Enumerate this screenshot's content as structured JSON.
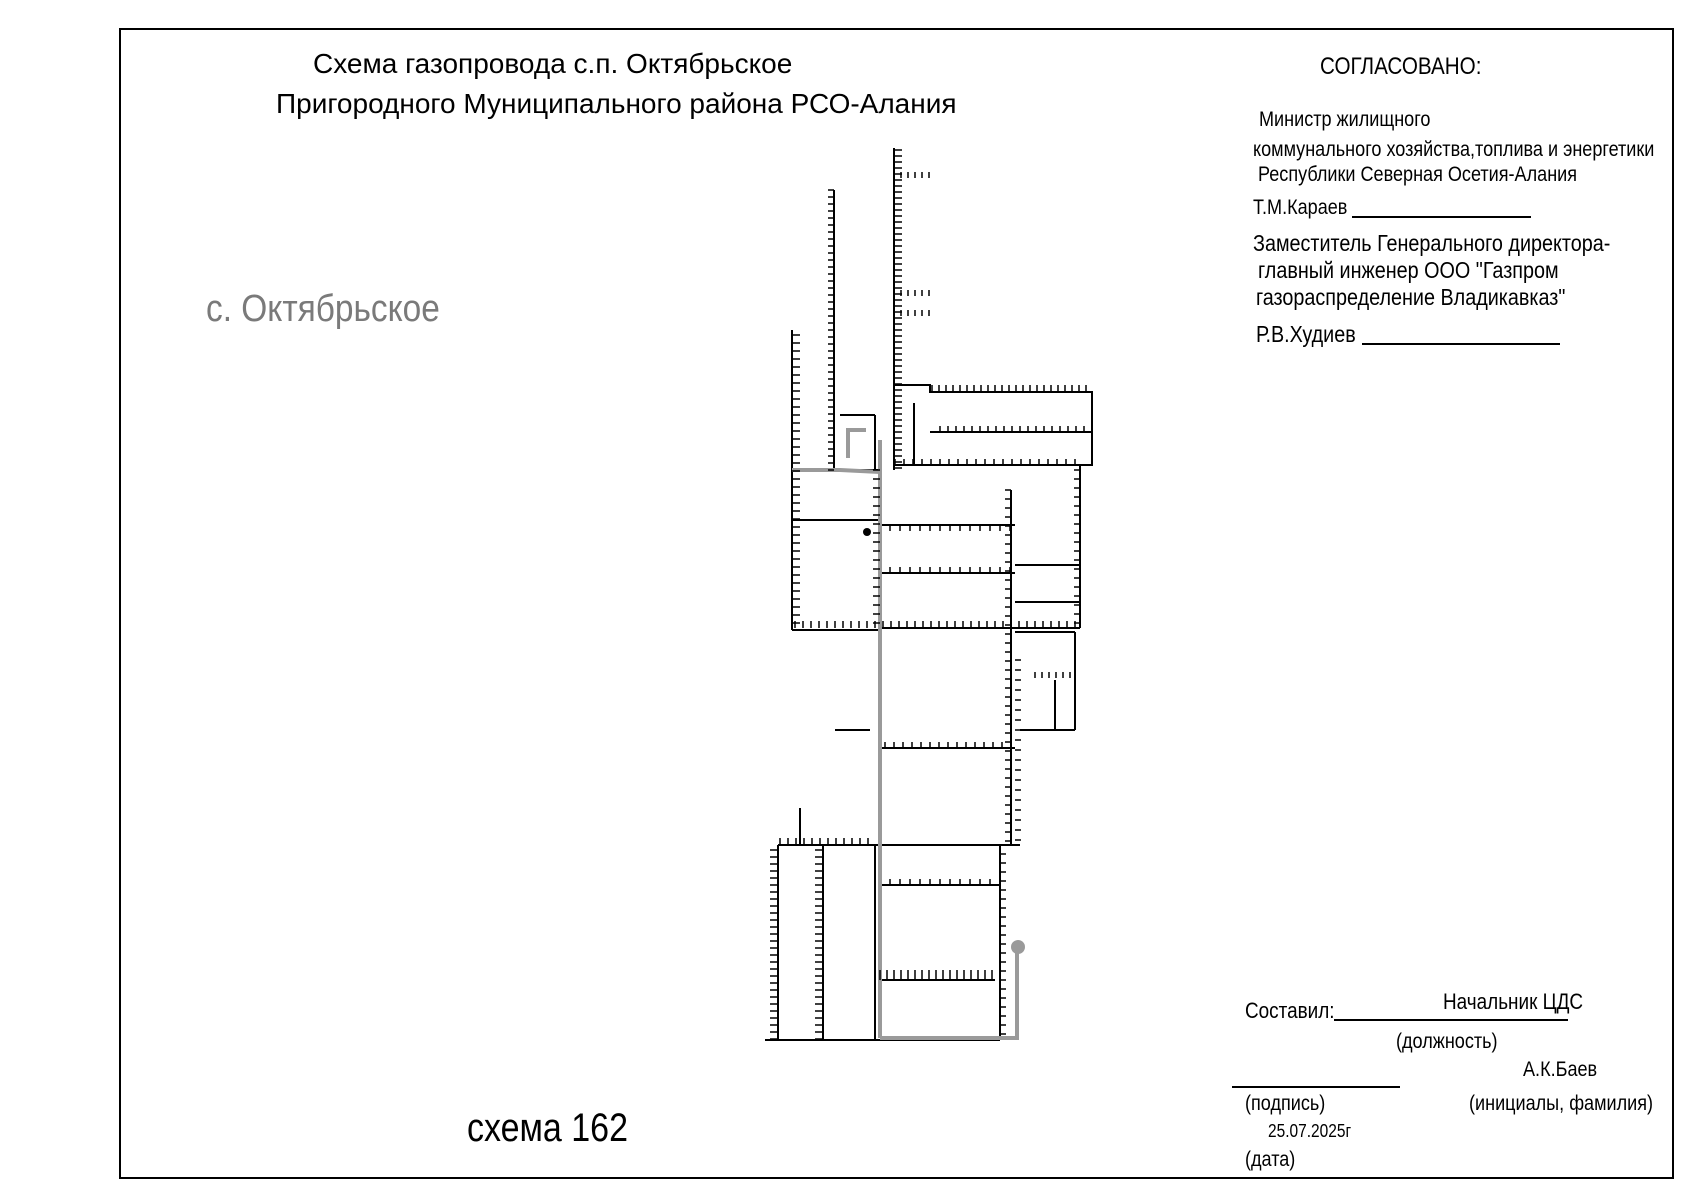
{
  "title": {
    "line1": "Схема газопровода с.п. Октябрьское",
    "line2": "Пригородного  Муниципального района РСО-Алания"
  },
  "village_label": "с. Октябрьское",
  "scheme_number": "схема 162",
  "approval": {
    "heading": "СОГЛАСОВАНО:",
    "minister_line1": "Министр жилищного",
    "minister_line2": "коммунального  хозяйства,топлива и энергетики",
    "minister_line3": "Республики Северная Осетия-Алания",
    "minister_name": "Т.М.Караев",
    "deputy_line1": "Заместитель Генерального директора-",
    "deputy_line2": "главный инженер  ООО \"Газпром",
    "deputy_line3": "газораспределение Владикавказ\"",
    "deputy_name": "Р.В.Худиев"
  },
  "compiled": {
    "label": "Составил:",
    "position": "Начальник ЦДС",
    "position_caption": "(должность)",
    "name": "А.К.Баев",
    "signature_caption": "(подпись)",
    "name_caption": "(инициалы, фамилия)",
    "date": "25.07.2025г",
    "date_caption": "(дата)"
  },
  "colors": {
    "line": "#000000",
    "pipe_gray": "#9a9a9a",
    "village_label": "#7a7a7a"
  }
}
